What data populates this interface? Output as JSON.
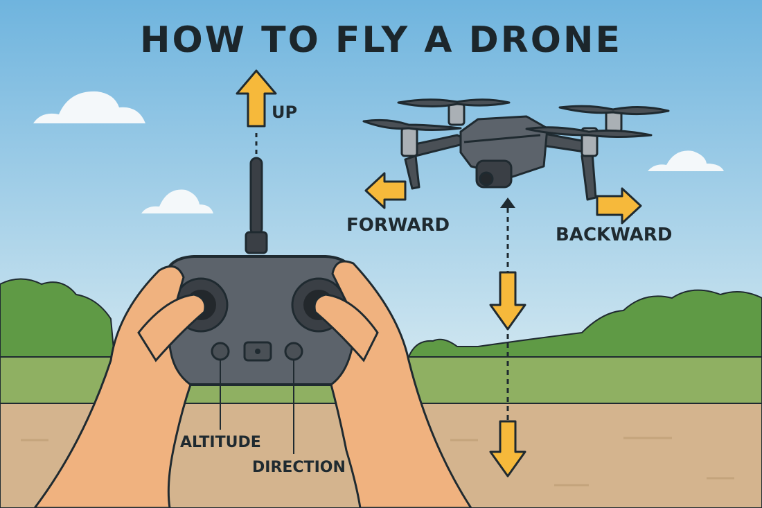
{
  "title": "HOW TO FLY A DRONE",
  "labels": {
    "up": "UP",
    "forward": "FORWARD",
    "backward": "BACKWARD",
    "altitude": "ALTITUDE",
    "direction": "DIRECTION"
  },
  "colors": {
    "sky_top": "#6fb4de",
    "sky_bottom": "#cfe6f0",
    "arrow": "#f6b93b",
    "outline": "#1f2a30",
    "grass": "#8fb062",
    "ground": "#d4b48e",
    "trees": "#5f9a45",
    "controller": "#5c636b",
    "skin": "#f0b27f"
  }
}
